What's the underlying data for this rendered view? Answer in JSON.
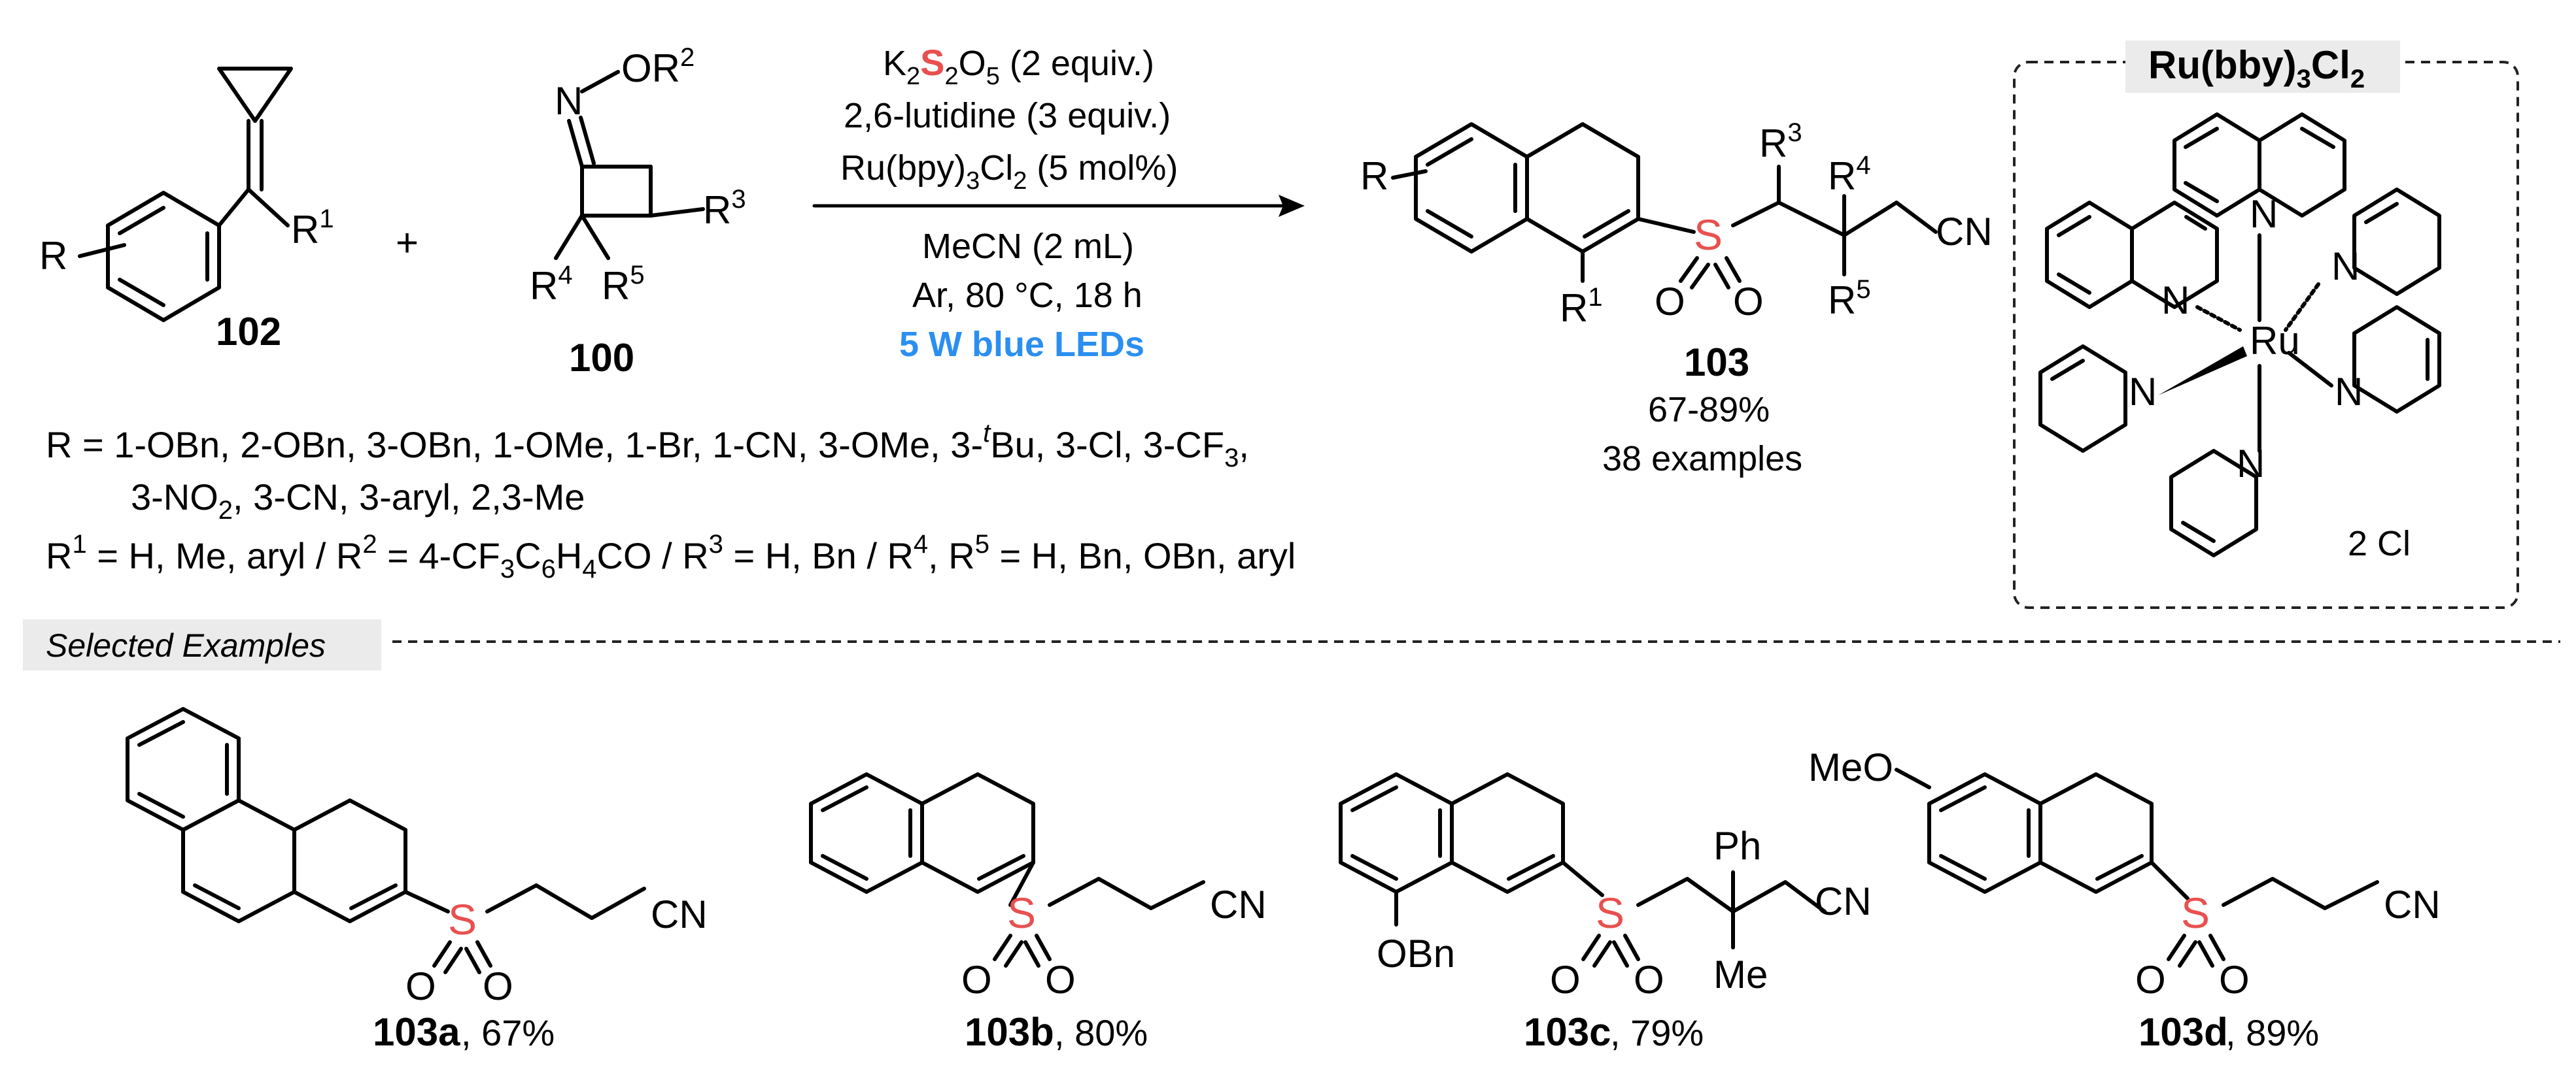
{
  "reactant1": {
    "id": "102",
    "R": "R",
    "R1": "R",
    "R1_sup": "1"
  },
  "plus": "+",
  "reactant2": {
    "id": "100",
    "N": "N",
    "O": "OR",
    "O_sup": "2",
    "R3": "R",
    "R3_sup": "3",
    "R4": "R",
    "R4_sup": "4",
    "R5": "R",
    "R5_sup": "5"
  },
  "conditions": {
    "line1_pre": "K",
    "line1_sub1": "2",
    "line1_S": "S",
    "line1_sub2": "2",
    "line1_mid": "O",
    "line1_sub3": "5",
    "line1_post": " (2 equiv.)",
    "line2": "2,6-lutidine (3 equiv.)",
    "line3_pre": "Ru(bpy)",
    "line3_sub1": "3",
    "line3_mid": "Cl",
    "line3_sub2": "2",
    "line3_post": " (5 mol%)",
    "line4": "MeCN (2 mL)",
    "line5": "Ar, 80 °C, 18 h",
    "line6": "5 W blue LEDs"
  },
  "product": {
    "id": "103",
    "yield": "67-89%",
    "examples": "38 examples",
    "R": "R",
    "R1": "R",
    "R1_sup": "1",
    "R3": "R",
    "R3_sup": "3",
    "R4": "R",
    "R4_sup": "4",
    "R5": "R",
    "R5_sup": "5",
    "S": "S",
    "O1": "O",
    "O2": "O",
    "CN": "CN"
  },
  "catalyst": {
    "title_pre": "Ru(bby)",
    "title_sub1": "3",
    "title_mid": "Cl",
    "title_sub2": "2",
    "metal": "Ru",
    "N": "N",
    "counterion": "2 Cl"
  },
  "substituents": {
    "line1_a": "R = 1-OBn, 2-OBn, 3-OBn, 1-OMe, 1-Br, 1-CN, 3-OMe, 3-",
    "line1_t": "t",
    "line1_b": "Bu, 3-Cl, 3-CF",
    "line1_sub": "3",
    "line1_c": ",",
    "line2_a": "3-NO",
    "line2_sub": "2",
    "line2_b": ", 3-CN, 3-aryl, 2,3-Me",
    "line3_a": "R",
    "line3_sup1": "1",
    "line3_b": " = H, Me, aryl / R",
    "line3_sup2": "2",
    "line3_c": " = 4-CF",
    "line3_sub1": "3",
    "line3_d": "C",
    "line3_sub2": "6",
    "line3_e": "H",
    "line3_sub3": "4",
    "line3_f": "CO / R",
    "line3_sup3": "3",
    "line3_g": " = H, Bn / R",
    "line3_sup4": "4",
    "line3_h": ", R",
    "line3_sup5": "5",
    "line3_i": " = H, Bn, OBn, aryl"
  },
  "selected_header": "Selected Examples",
  "examples": [
    {
      "id": "103a",
      "yield": ", 67%",
      "S": "S",
      "O1": "O",
      "O2": "O",
      "CN": "CN"
    },
    {
      "id": "103b",
      "yield": ", 80%",
      "S": "S",
      "O1": "O",
      "O2": "O",
      "CN": "CN"
    },
    {
      "id": "103c",
      "yield": ", 79%",
      "S": "S",
      "O1": "O",
      "O2": "O",
      "CN": "CN",
      "Ph": "Ph",
      "Me": "Me",
      "OBn": "OBn"
    },
    {
      "id": "103d",
      "yield": ", 89%",
      "S": "S",
      "O1": "O",
      "O2": "O",
      "CN": "CN",
      "MeO": "MeO"
    }
  ]
}
